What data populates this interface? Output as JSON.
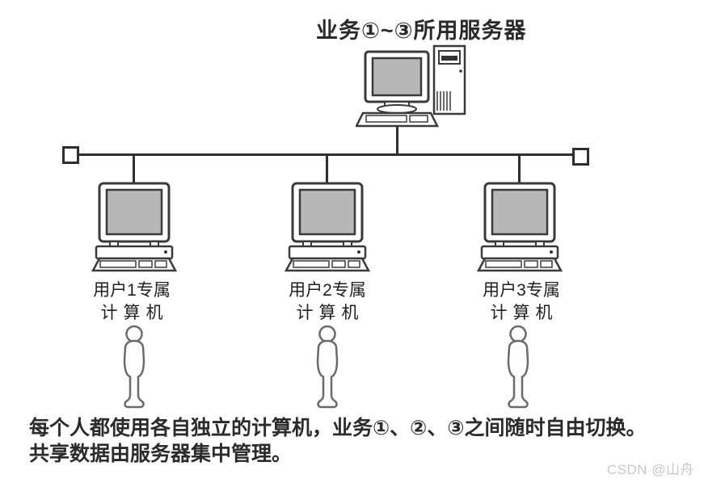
{
  "title": "业务①~③所用服务器",
  "clients": [
    {
      "line1": "用户1专属",
      "line2": "计算机"
    },
    {
      "line1": "用户2专属",
      "line2": "计算机"
    },
    {
      "line1": "用户3专属",
      "line2": "计算机"
    }
  ],
  "caption": {
    "line1": "每个人都使用各自独立的计算机，业务①、②、③之间随时自由切换。",
    "line2": "共享数据由服务器集中管理。"
  },
  "watermark": "CSDN @山舟",
  "icons": {
    "server": "server-computer-icon",
    "client": "client-computer-icon",
    "person": "person-icon",
    "terminator": "bus-terminator-square"
  },
  "colors": {
    "line": "#2e2e2e",
    "outline": "#3a3a3a",
    "screen_fill": "#b7b7b7",
    "person_outline": "#6b6b6b",
    "text": "#2b2b2b",
    "watermark": "#c8c8c8",
    "background": "#ffffff"
  }
}
